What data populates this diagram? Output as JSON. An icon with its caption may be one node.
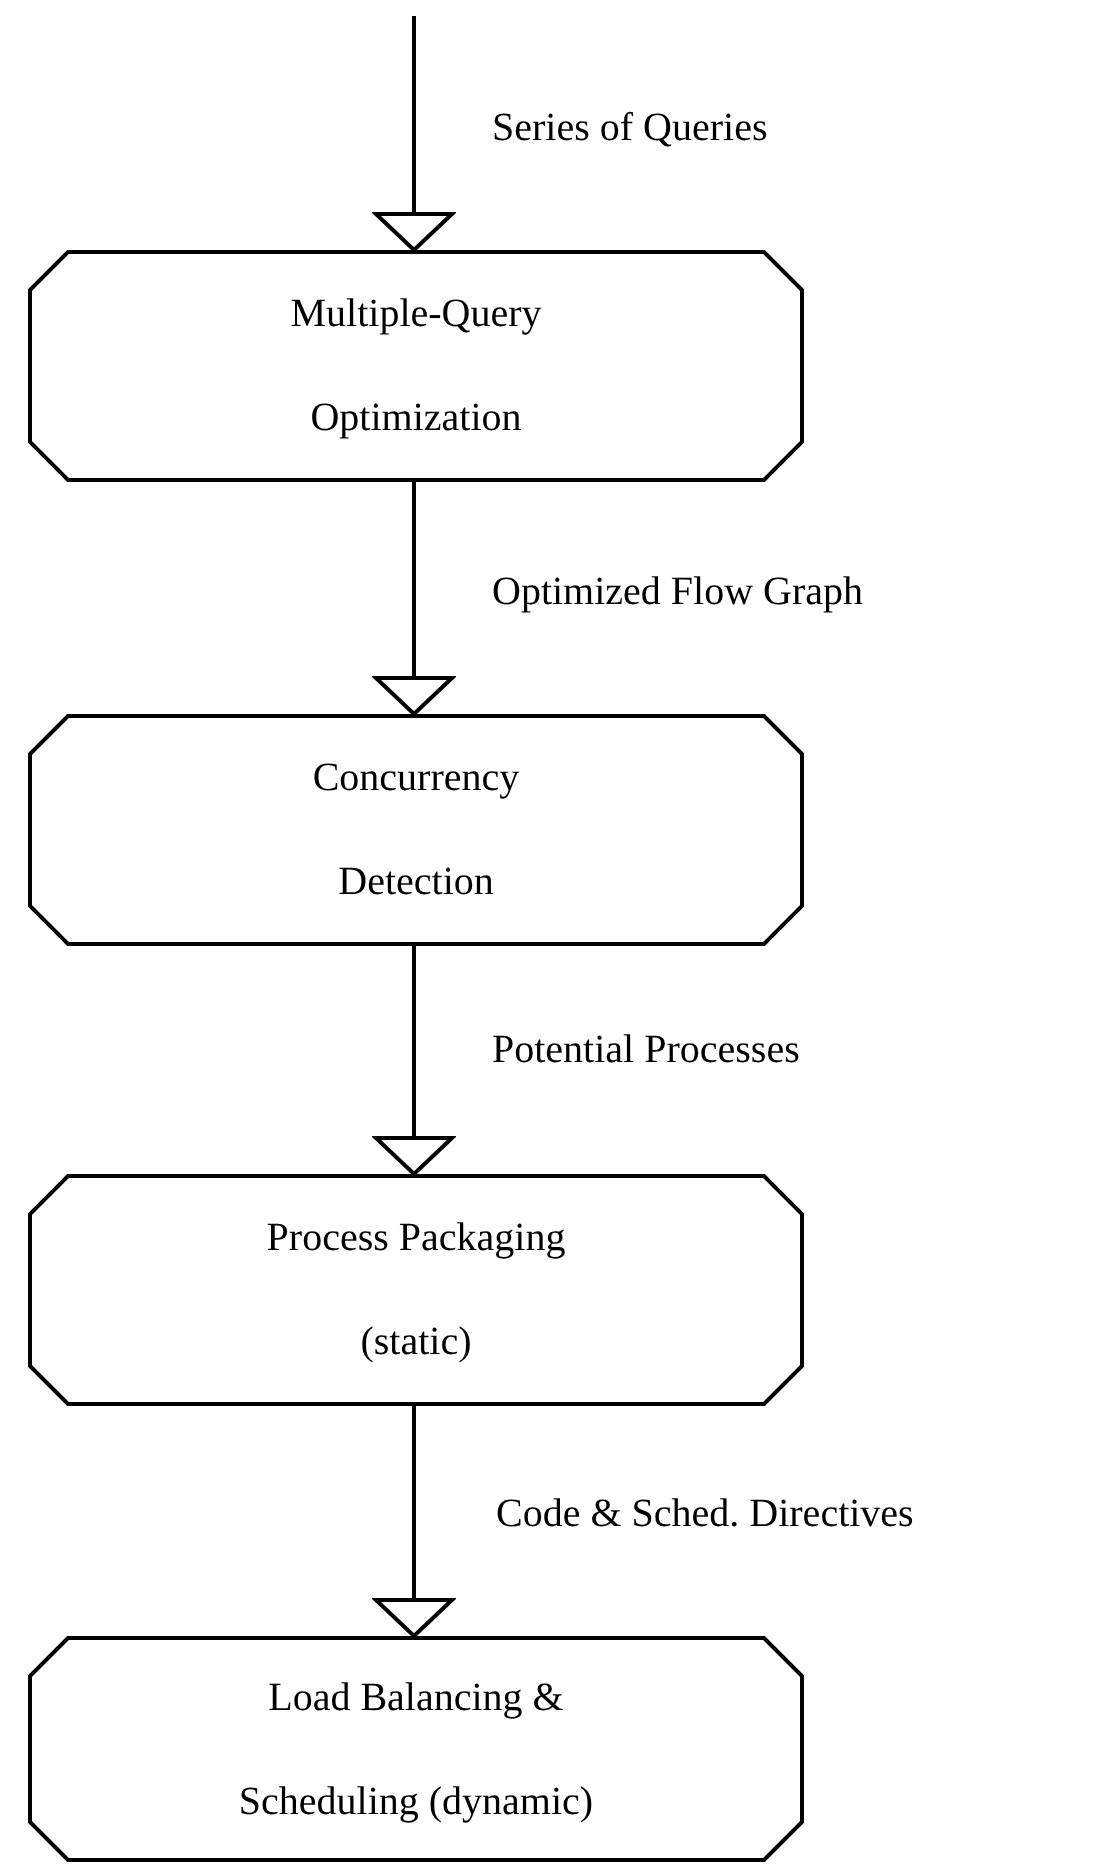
{
  "diagram": {
    "nodes": [
      {
        "text": [
          "Multiple-Query Optimization"
        ]
      },
      {
        "text": [
          "Concurrency Detection"
        ]
      },
      {
        "text": [
          "Process Packaging (static)"
        ]
      },
      {
        "text": [
          "Load Balancing & Scheduling (dynamic)"
        ]
      }
    ],
    "edges": [
      {
        "from": null,
        "to": 0,
        "arrow": "to",
        "label": "Series of Queries"
      },
      {
        "from": 0,
        "to": 1,
        "arrow": "to",
        "label": "Optimized Flow Graph"
      },
      {
        "from": 1,
        "to": 2,
        "arrow": "to",
        "label": "Potential Processes"
      },
      {
        "from": 2,
        "to": 3,
        "arrow": "to",
        "label": "Code & Sched. Directives"
      }
    ]
  }
}
